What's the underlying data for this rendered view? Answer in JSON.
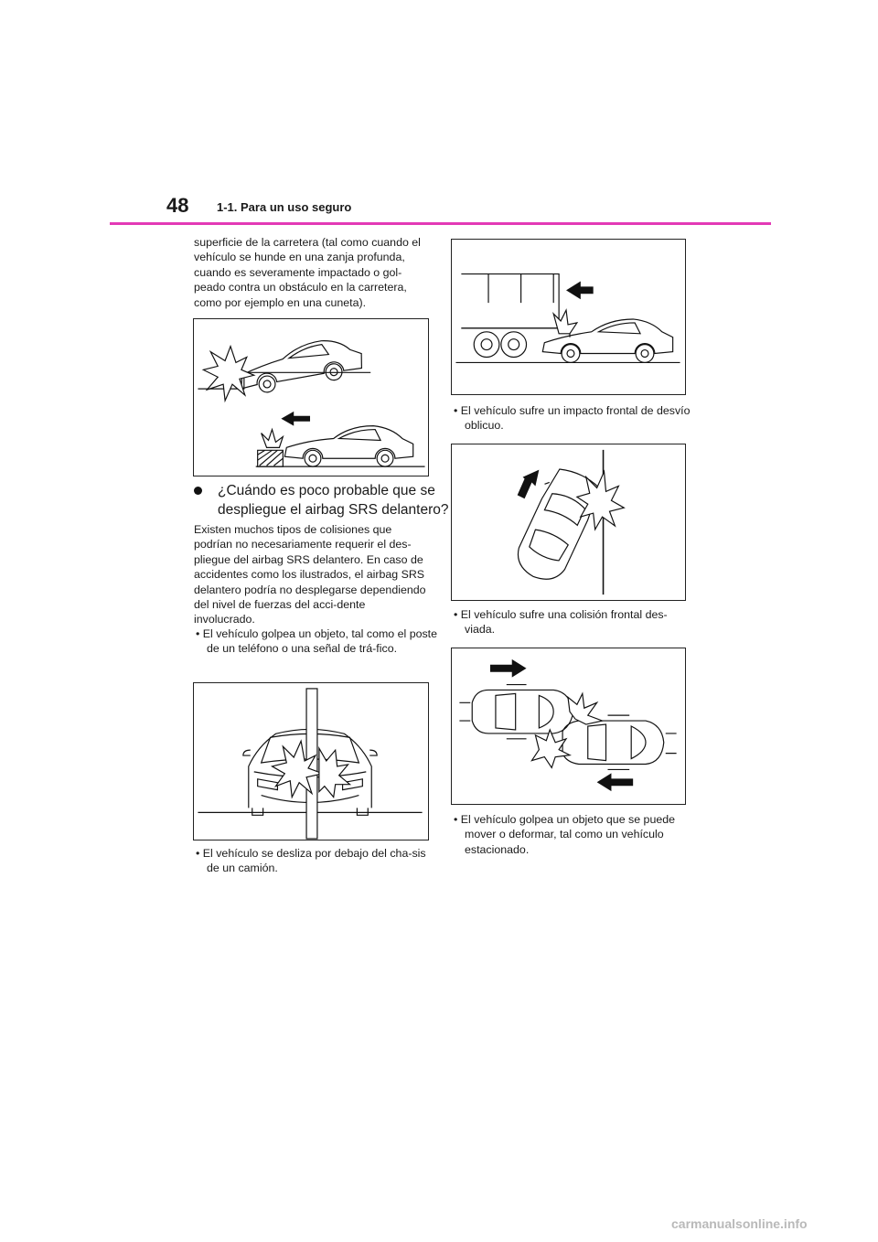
{
  "header": {
    "page_number": "48",
    "section_title": "1-1. Para un uso seguro",
    "rule_color": "#e33ab6"
  },
  "left_column": {
    "intro_paragraph": "superficie de la carretera (tal como cuando el vehículo se hunde en una zanja profunda, cuando es severamente impactado o gol-peado contra un obstáculo en la carretera, como por ejemplo en una cuneta).",
    "heading": "¿Cuándo es poco probable que se despliegue el airbag SRS delantero?",
    "body_paragraph": "Existen muchos tipos de colisiones que podrían no necesariamente requerir el des-pliegue del airbag SRS delantero. En caso de accidentes como los ilustrados, el airbag SRS delantero podría no desplegarse dependiendo del nivel de fuerzas del acci-dente involucrado.",
    "bullet_pole": "• El vehículo golpea un objeto, tal como el poste de un teléfono o una señal de trá-fico.",
    "bullet_truck": "• El vehículo se desliza por debajo del cha-sis de un camión."
  },
  "right_column": {
    "bullet_oblique": "• El vehículo sufre un impacto frontal de desvío oblicuo.",
    "bullet_offset": "• El vehículo sufre una colisión frontal des-viada.",
    "bullet_parked": "• El vehículo golpea un objeto que se puede mover o deformar, tal como un vehículo estacionado."
  },
  "watermark": "carmanualsonline.info"
}
